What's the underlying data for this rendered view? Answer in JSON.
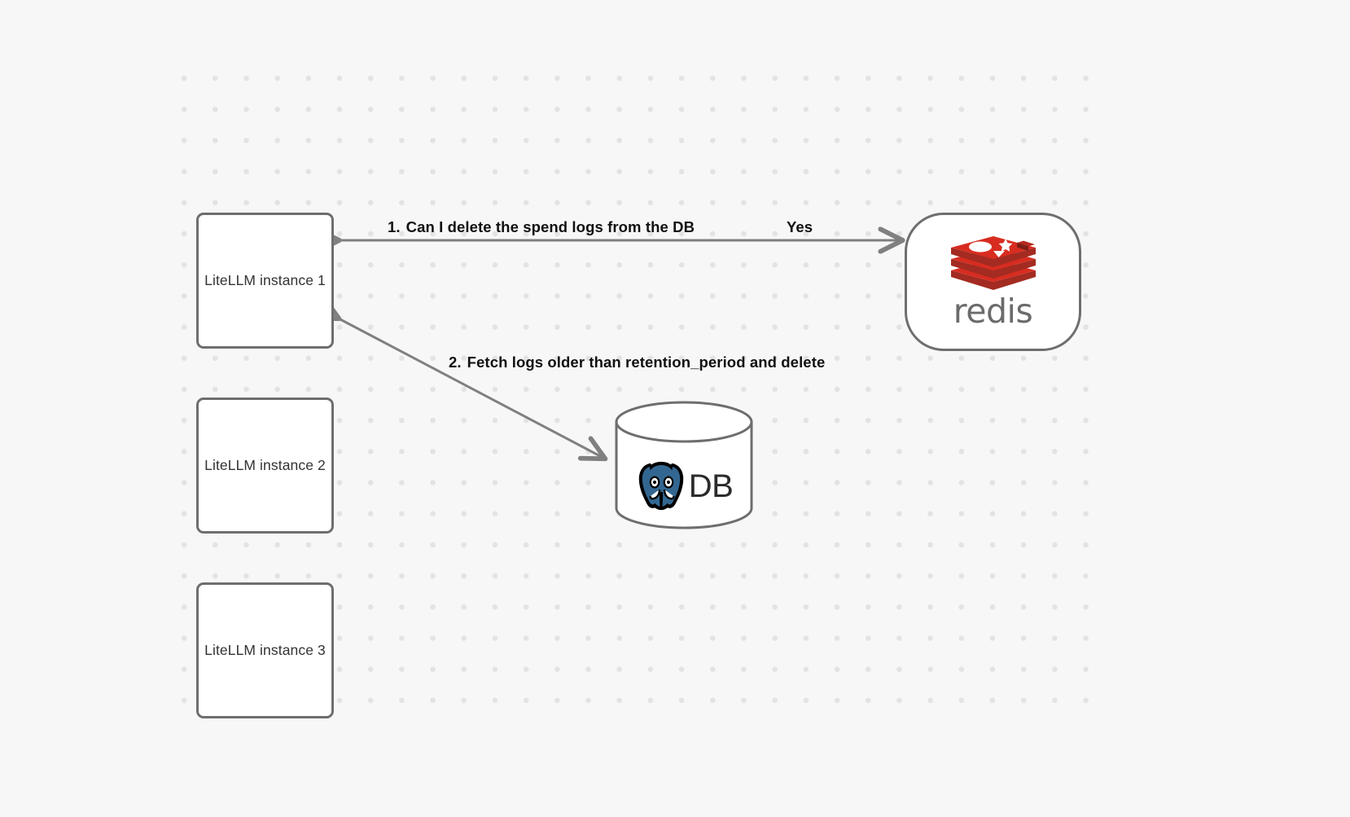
{
  "canvas": {
    "background_color": "#f7f7f7",
    "grid_dot_color": "#e3e3e3"
  },
  "nodes": [
    {
      "id": "instance-1",
      "label": "LiteLLM instance 1",
      "type": "box"
    },
    {
      "id": "instance-2",
      "label": "LiteLLM instance 2",
      "type": "box"
    },
    {
      "id": "instance-3",
      "label": "LiteLLM instance 3",
      "type": "box"
    },
    {
      "id": "redis",
      "label": "redis",
      "type": "rounded-box",
      "logo": "redis-logo",
      "accent_color": "#d82c20"
    },
    {
      "id": "database",
      "label": "DB",
      "type": "cylinder",
      "logo": "postgresql-elephant-logo",
      "accent_color": "#336791"
    }
  ],
  "edges": [
    {
      "id": "edge-1",
      "from": "instance-1",
      "to": "redis",
      "step": "1.",
      "label": "Can I delete the spend logs from the DB",
      "reply_label": "Yes",
      "direction": "bidirectional"
    },
    {
      "id": "edge-2",
      "from": "database",
      "to": "instance-1",
      "step": "2.",
      "label": "Fetch logs older than retention_period and delete",
      "direction": "bidirectional"
    }
  ],
  "labels": {
    "step_1_num": "1.",
    "step_1_text": "Can I delete the spend logs from the DB",
    "yes": "Yes",
    "step_2_num": "2.",
    "step_2_text": "Fetch logs older than retention_period and delete",
    "instance_1": "LiteLLM instance 1",
    "instance_2": "LiteLLM instance 2",
    "instance_3": "LiteLLM instance 3",
    "redis_wordmark": "redis",
    "db_text": "DB"
  }
}
